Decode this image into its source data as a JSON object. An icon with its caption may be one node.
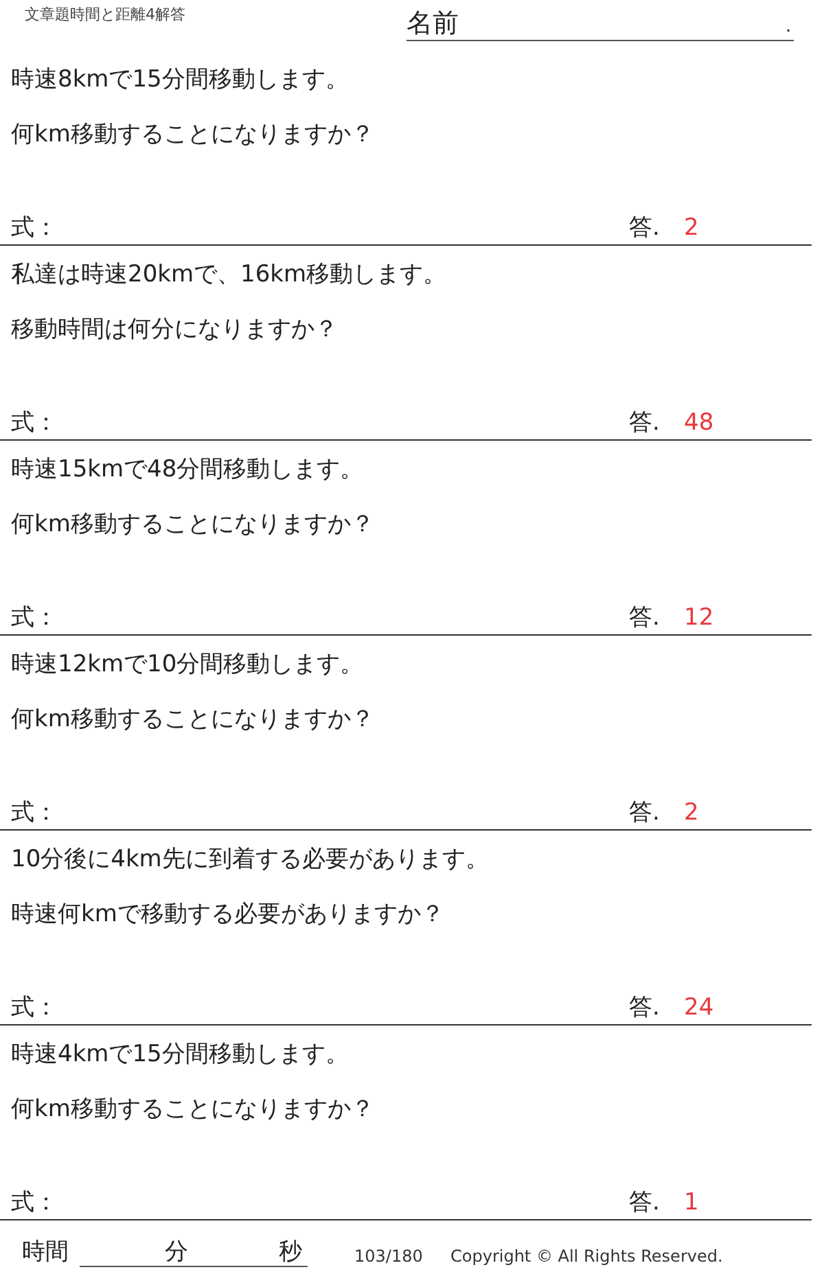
{
  "diagram": {
    "title": "文章題時間と距離4解答",
    "labels": [
      "名前",
      ".",
      "時速8kmで15分間移動します。",
      "何km移動することになりますか？",
      "式：",
      "答.",
      "2",
      "私達は時速20kmで、16km移動します。",
      "移動時間は何分になりますか？",
      "式：",
      "答.",
      "48",
      "時速15kmで48分間移動します。",
      "何km移動することになりますか？",
      "式：",
      "答.",
      "12",
      "時速12kmで10分間移動します。",
      "何km移動することになりますか？",
      "式：",
      "答.",
      "2",
      "10分後に4km先に到着する必要があります。",
      "時速何kmで移動する必要がありますか？",
      "式：",
      "答.",
      "24",
      "時速4kmで15分間移動します。",
      "何km移動することになりますか？",
      "式：",
      "答.",
      "1",
      "時間",
      "分",
      "秒",
      "103/180",
      "Copyright © All Rights Reserved."
    ]
  }
}
